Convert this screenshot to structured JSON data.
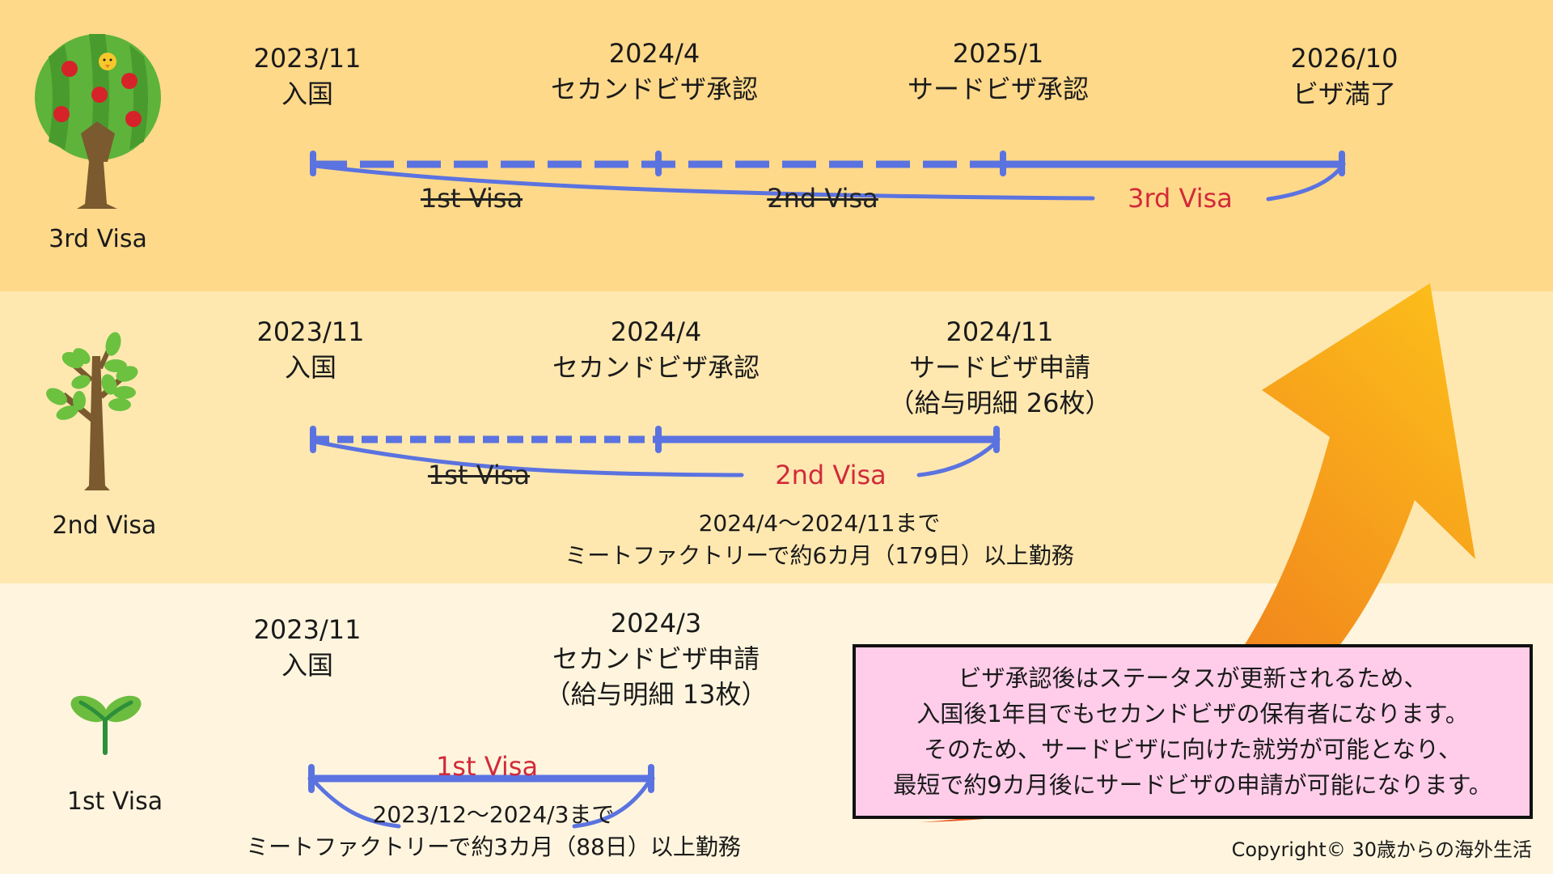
{
  "colors": {
    "band_3rd": "#ffd98a",
    "band_2nd": "#ffe8b0",
    "band_1st": "#fff5de",
    "timeline": "#5b73e0",
    "visa_label_red": "#d12a3a",
    "note_bg": "#ffcdea",
    "arrow_start": "#e8571f",
    "arrow_end": "#fdc11a"
  },
  "bands": {
    "third": {
      "tree_label": "3rd Visa",
      "tree_icon": "apple-tree-with-chick-icon",
      "milestones": [
        {
          "date": "2023/11",
          "text": "入国"
        },
        {
          "date": "2024/4",
          "text": "セカンドビザ承認"
        },
        {
          "date": "2025/1",
          "text": "サードビザ承認"
        },
        {
          "date": "2026/10",
          "text": "ビザ満了"
        }
      ],
      "segments": [
        {
          "label": "1st Visa",
          "style": "dashed",
          "struck": true
        },
        {
          "label": "2nd Visa",
          "style": "dashed",
          "struck": true
        },
        {
          "label": "3rd Visa",
          "style": "solid",
          "struck": false
        }
      ]
    },
    "second": {
      "tree_label": "2nd Visa",
      "tree_icon": "young-tree-icon",
      "milestones": [
        {
          "date": "2023/11",
          "text": "入国"
        },
        {
          "date": "2024/4",
          "text": "セカンドビザ承認"
        },
        {
          "date": "2024/11",
          "text": "サードビザ申請",
          "note": "（給与明細 26枚）"
        }
      ],
      "segments": [
        {
          "label": "1st Visa",
          "style": "dashed",
          "struck": true
        },
        {
          "label": "2nd Visa",
          "style": "solid",
          "struck": false
        }
      ],
      "work": {
        "line1": "2024/4～2024/11まで",
        "line2": "ミートファクトリーで約6カ月（179日）以上勤務"
      }
    },
    "first": {
      "tree_label": "1st Visa",
      "tree_icon": "sprout-icon",
      "milestones": [
        {
          "date": "2023/11",
          "text": "入国"
        },
        {
          "date": "2024/3",
          "text": "セカンドビザ申請",
          "note": "（給与明細 13枚）"
        }
      ],
      "segments": [
        {
          "label": "1st Visa",
          "style": "solid",
          "struck": false
        }
      ],
      "work": {
        "line1": "2023/12～2024/3まで",
        "line2": "ミートファクトリーで約3カ月（88日）以上勤務"
      }
    }
  },
  "note": {
    "lines": [
      "ビザ承認後はステータスが更新されるため、",
      "入国後1年目でもセカンドビザの保有者になります。",
      "そのため、サードビザに向けた就労が可能となり、",
      "最短で約9カ月後にサードビザの申請が可能になります。"
    ]
  },
  "growth_arrow_icon": "upward-growth-arrow-icon",
  "copyright": "Copyright© 30歳からの海外生活"
}
